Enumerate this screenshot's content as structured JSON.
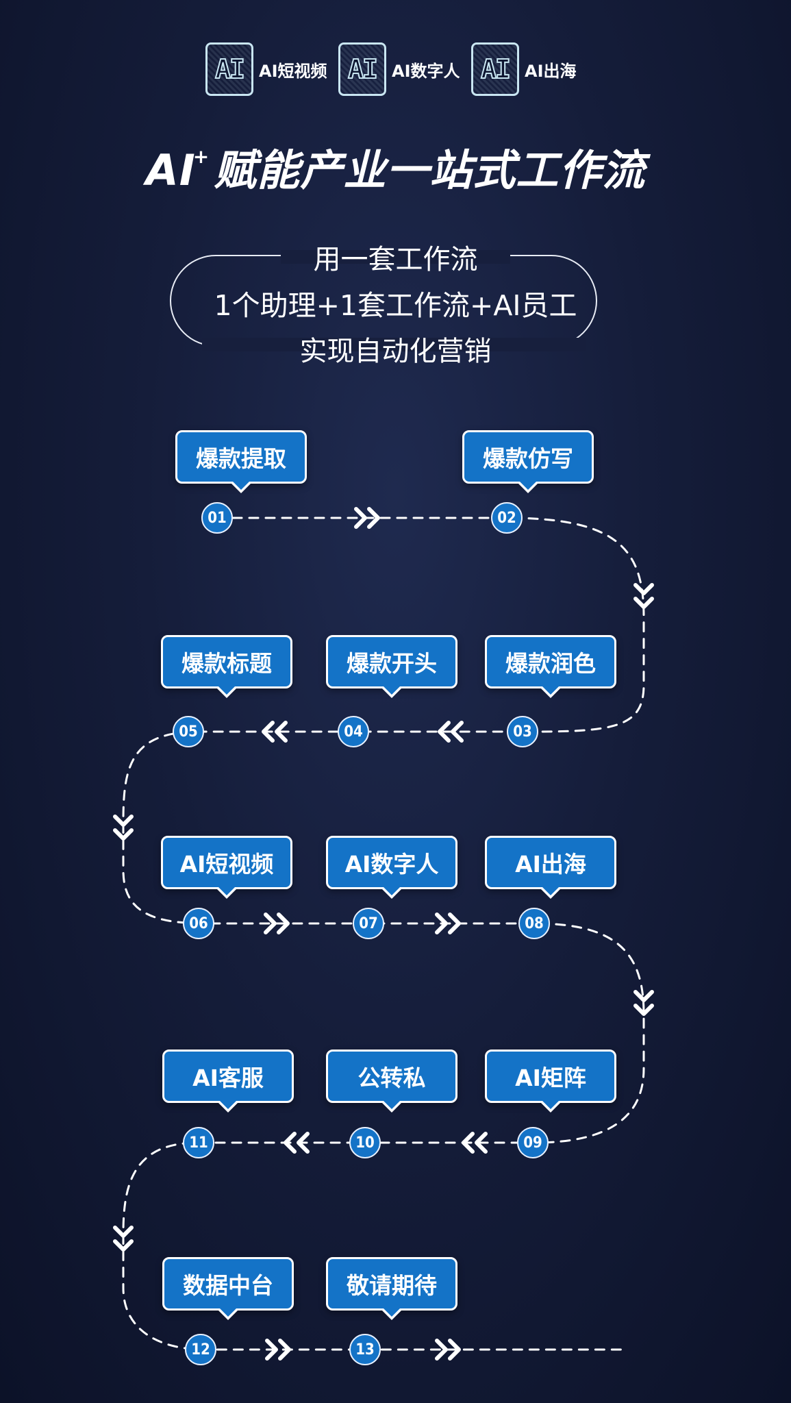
{
  "header": {
    "badges": [
      {
        "logo": "AI",
        "label": "AI短视频"
      },
      {
        "logo": "AI",
        "label": "AI数字人"
      },
      {
        "logo": "AI",
        "label": "AI出海"
      }
    ],
    "title_prefix": "AI",
    "title_sup": "+",
    "title_main": "赋能产业一站式工作流",
    "slogan": [
      "用一套工作流",
      "1个助理+1套工作流+AI员工",
      "实现自动化营销"
    ]
  },
  "steps": [
    {
      "num": "01",
      "label": "爆款提取"
    },
    {
      "num": "02",
      "label": "爆款仿写"
    },
    {
      "num": "03",
      "label": "爆款润色"
    },
    {
      "num": "04",
      "label": "爆款开头"
    },
    {
      "num": "05",
      "label": "爆款标题"
    },
    {
      "num": "06",
      "label": "AI短视频"
    },
    {
      "num": "07",
      "label": "AI数字人"
    },
    {
      "num": "08",
      "label": "AI出海"
    },
    {
      "num": "09",
      "label": "AI矩阵"
    },
    {
      "num": "10",
      "label": "公转私"
    },
    {
      "num": "11",
      "label": "AI客服"
    },
    {
      "num": "12",
      "label": "数据中台"
    },
    {
      "num": "13",
      "label": "敬请期待"
    }
  ],
  "colors": {
    "box": "#1473c7",
    "background": "#151d3a",
    "line": "#ffffff"
  }
}
